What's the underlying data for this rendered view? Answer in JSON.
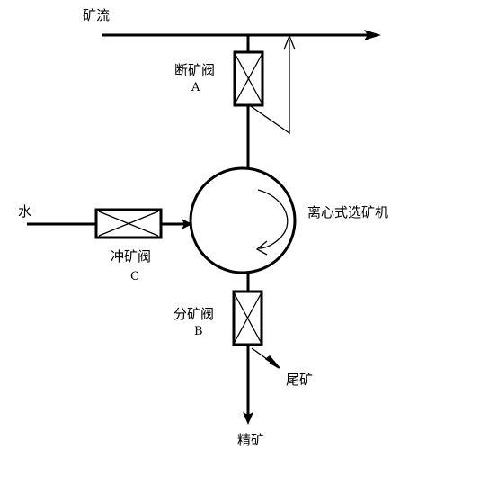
{
  "labels": {
    "ore_flow": "矿流",
    "water": "水",
    "cut_valve": "断矿阀",
    "cut_valve_id": "A",
    "flush_valve": "冲矿阀",
    "flush_valve_id": "C",
    "split_valve": "分矿阀",
    "split_valve_id": "B",
    "separator": "离心式选矿机",
    "tailings": "尾矿",
    "concentrate": "精矿"
  }
}
